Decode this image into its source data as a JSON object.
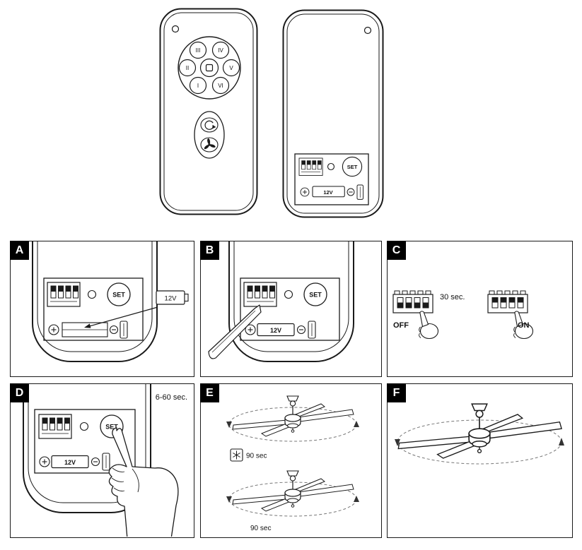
{
  "remote_front": {
    "button_labels": [
      "III",
      "IV",
      "II",
      "V",
      "I",
      "VI"
    ],
    "rocker_top_icon": "rotate-icon",
    "rocker_bottom_icon": "fan-icon"
  },
  "remote_back": {
    "set_label": "SET",
    "battery_label": "12V"
  },
  "panels": {
    "a": {
      "label": "A",
      "set_label": "SET",
      "battery_icon_label": "12V"
    },
    "b": {
      "label": "B",
      "set_label": "SET",
      "battery_label": "12V"
    },
    "c": {
      "label": "C",
      "duration": "30 sec.",
      "off_label": "OFF",
      "on_label": "ON"
    },
    "d": {
      "label": "D",
      "duration": "6-60 sec.",
      "set_label": "SET",
      "battery_label": "12V"
    },
    "e": {
      "label": "E",
      "duration_top": "90 sec",
      "duration_bottom": "90 sec",
      "cool_icon": "snowflake-icon"
    },
    "f": {
      "label": "F"
    }
  },
  "colors": {
    "line": "#1a1a1a",
    "label_bg": "#000000",
    "label_fg": "#ffffff"
  }
}
